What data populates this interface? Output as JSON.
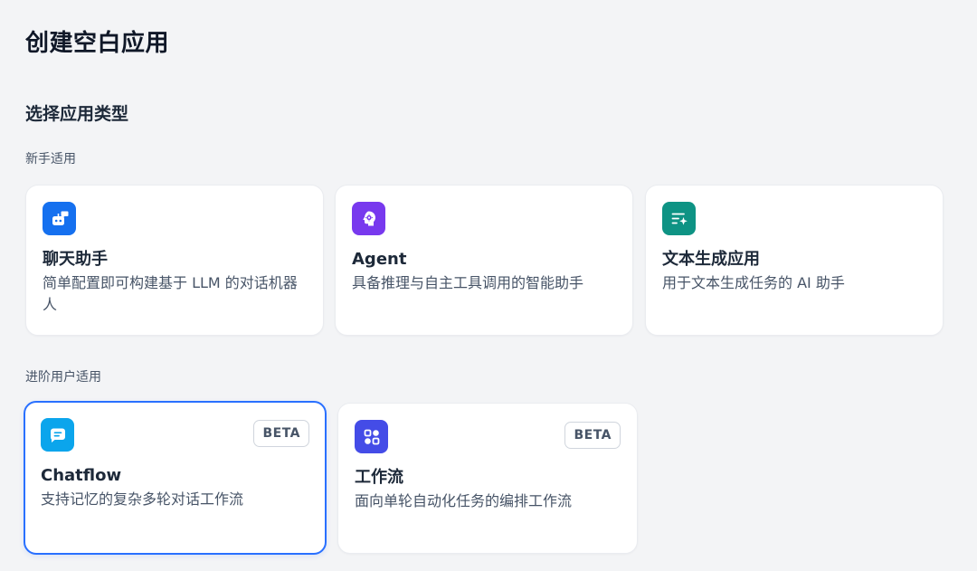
{
  "page": {
    "title": "创建空白应用",
    "section_title": "选择应用类型"
  },
  "groups": {
    "beginner_label": "新手适用",
    "advanced_label": "进阶用户适用"
  },
  "cards": {
    "chat_assistant": {
      "title": "聊天助手",
      "description": "简单配置即可构建基于 LLM 的对话机器人",
      "icon": "robot-icon",
      "icon_color": "#1570ef"
    },
    "agent": {
      "title": "Agent",
      "description": "具备推理与自主工具调用的智能助手",
      "icon": "agent-brain-icon",
      "icon_color": "#7839ee"
    },
    "text_generator": {
      "title": "文本生成应用",
      "description": "用于文本生成任务的 AI 助手",
      "icon": "text-sparkle-icon",
      "icon_color": "#0e9384"
    },
    "chatflow": {
      "title": "Chatflow",
      "description": "支持记忆的复杂多轮对话工作流",
      "badge": "BETA",
      "icon": "chat-bubble-icon",
      "icon_color": "#0ba5ec",
      "selected": true
    },
    "workflow": {
      "title": "工作流",
      "description": "面向单轮自动化任务的编排工作流",
      "badge": "BETA",
      "icon": "workflow-nodes-icon",
      "icon_color": "#444ce7"
    }
  },
  "colors": {
    "selected_border": "#2970ff",
    "background": "#f3f4f6"
  }
}
